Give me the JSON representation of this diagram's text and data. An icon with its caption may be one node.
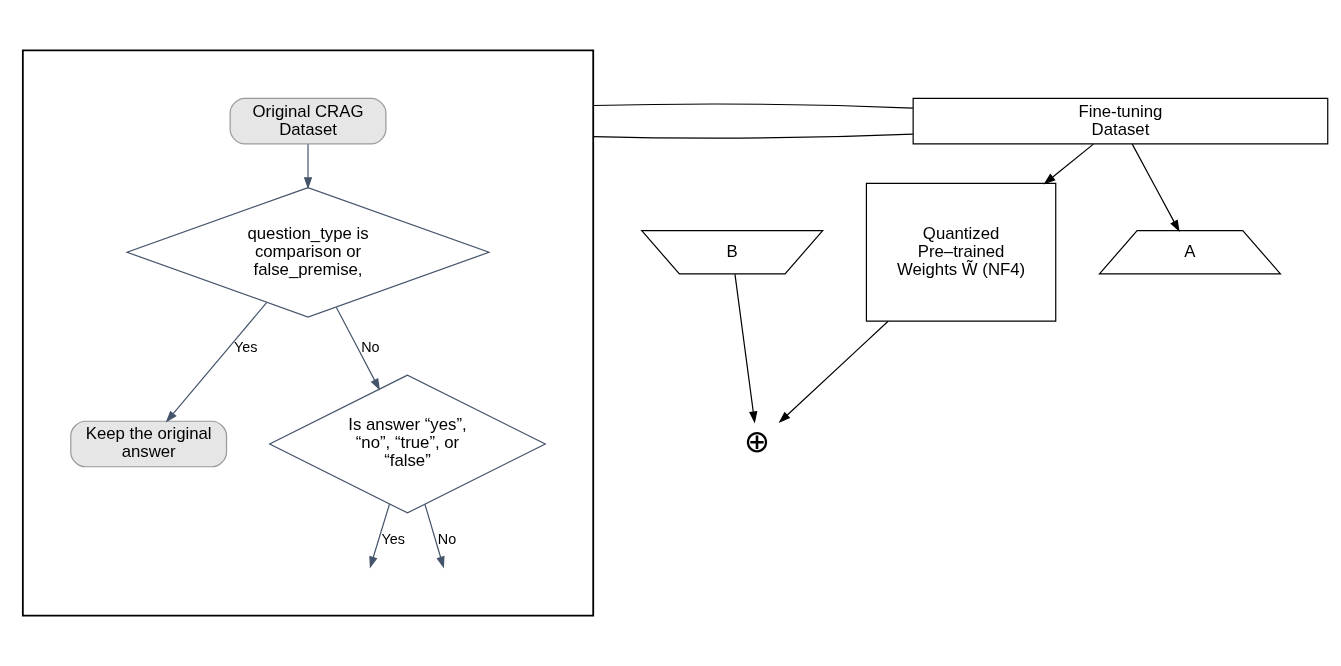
{
  "diagram": {
    "nodes": [
      {
        "text": [],
        "shape": "box"
      },
      {
        "text": [
          "Original CRAG Dataset"
        ],
        "in": 0
      },
      {
        "text": [
          "question_type is comparison or false_premise,"
        ],
        "in": 0
      },
      {
        "text": [
          "Keep the original answer"
        ],
        "in": 0
      },
      {
        "text": [
          "Is answer “yes”, “no”, “true”, or “false”"
        ],
        "in": 0
      },
      {
        "text": [
          "Quantized Pre–trained Weights W̃ (NF4)"
        ]
      },
      {
        "text": [
          "B"
        ]
      },
      {
        "text": [
          "A"
        ]
      },
      {
        "text": [
          "Fine-tuning Dataset"
        ]
      },
      {
        "text": [
          "⊕"
        ]
      }
    ],
    "edges": [
      {
        "from": 1,
        "to": 2,
        "arrow": "to",
        "color": "#44546a"
      },
      {
        "from": 2,
        "to": 3,
        "arrow": "to",
        "label": "Yes",
        "color": "#44546a"
      },
      {
        "from": 2,
        "to": 4,
        "arrow": "to",
        "label": "No",
        "color": "#44546a"
      },
      {
        "from": 4,
        "to": null,
        "arrow": "to",
        "label": "Yes",
        "color": "#44546a"
      },
      {
        "from": 4,
        "to": null,
        "arrow": "to",
        "label": "No",
        "color": "#44546a"
      },
      {
        "from": 8,
        "to": 5,
        "arrow": "to"
      },
      {
        "from": 8,
        "to": 7,
        "arrow": "to"
      },
      {
        "from": 5,
        "to": 9,
        "arrow": "to"
      },
      {
        "from": 6,
        "to": 9,
        "arrow": "to"
      },
      {
        "from": 0,
        "to": 8,
        "arrow": "none"
      },
      {
        "from": 0,
        "to": 8,
        "arrow": "none"
      }
    ]
  }
}
